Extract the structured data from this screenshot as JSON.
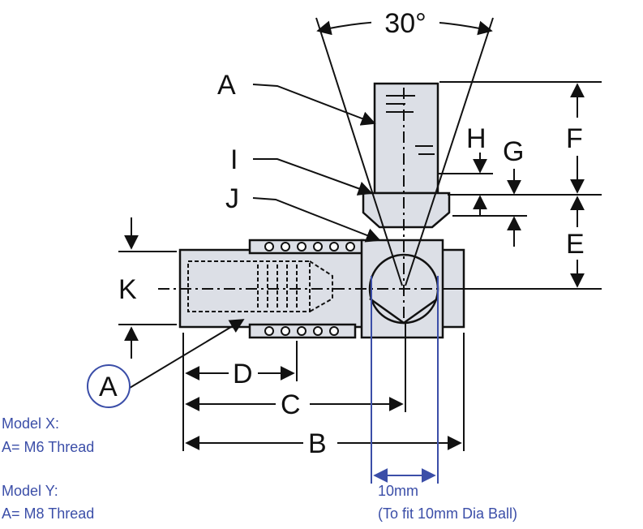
{
  "angle_label": "30°",
  "labels": {
    "A_top": "A",
    "I": "I",
    "J": "J",
    "H": "H",
    "G": "G",
    "F": "F",
    "E": "E",
    "K": "K",
    "A_circle": "A",
    "D": "D",
    "C": "C",
    "B": "B"
  },
  "notes": {
    "model_x_title": "Model X:",
    "model_x_value": "A= M6 Thread",
    "model_y_title": "Model Y:",
    "model_y_value": "A= M8 Thread",
    "ball_size": "10mm",
    "ball_fit": "(To fit 10mm Dia Ball)"
  },
  "colors": {
    "line": "#111111",
    "part_fill": "#dcdfe6",
    "accent_blue": "#3b4ea8"
  }
}
